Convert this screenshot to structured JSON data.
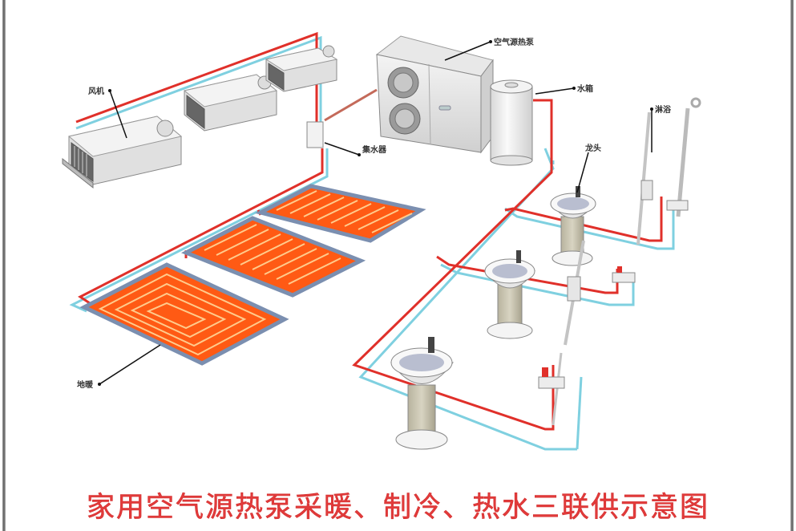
{
  "diagram": {
    "caption": "家用空气源热泵采暖、制冷、热水三联供示意图",
    "labels": {
      "heat_pump": "空气源热泵",
      "water_tank": "水箱",
      "fan_coil": "风机",
      "manifold": "集水器",
      "faucet": "龙头",
      "shower": "淋浴",
      "floor_heating": "地暖"
    },
    "colors": {
      "hot_pipe": "#e0302a",
      "cold_pipe": "#7fd0e0",
      "floor_panel": "#ff5a14",
      "panel_frame": "#7b8fb0",
      "caption": "#e23b3b"
    },
    "components": {
      "fan_coil_count": 3,
      "floor_panel_count": 3,
      "sink_count": 3,
      "shower_count": 3
    }
  }
}
